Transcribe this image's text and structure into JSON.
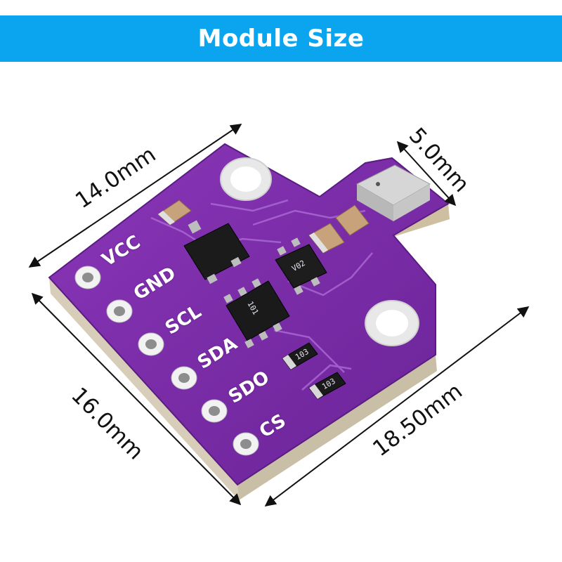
{
  "header": {
    "title": "Module Size"
  },
  "dimensions": {
    "top_width": "14.0mm",
    "left_height": "16.0mm",
    "diagonal_length": "18.50mm",
    "sensor_width": "5.0mm"
  },
  "pins": [
    {
      "label": "VCC"
    },
    {
      "label": "GND"
    },
    {
      "label": "SCL"
    },
    {
      "label": "SDA"
    },
    {
      "label": "SDO"
    },
    {
      "label": "CS"
    }
  ],
  "markings": {
    "chip_left": "101",
    "chip_right": "V02",
    "resistor_a": "103",
    "resistor_b": "103"
  },
  "colors": {
    "banner": "#0aa5ee",
    "pcb": "#7b2ca8",
    "pcb_dark": "#5b1c82",
    "substrate": "#d7cdb8",
    "pad": "#f2f2f2",
    "component": "#c8a27a"
  }
}
